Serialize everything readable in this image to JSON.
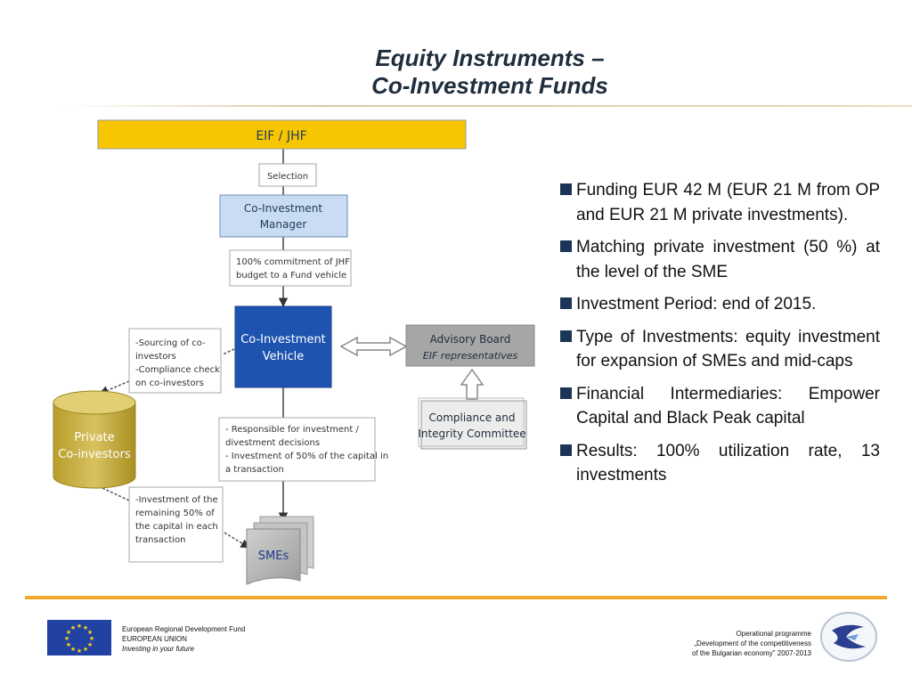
{
  "title": {
    "line1": "Equity Instruments –",
    "line2": "Co-Investment Funds"
  },
  "diagram": {
    "eif_jhf": "EIF / JHF",
    "selection": "Selection",
    "manager": [
      "Co-Investment",
      "Manager"
    ],
    "commitment": [
      "100% commitment of JHF",
      "budget to a Fund vehicle"
    ],
    "vehicle": [
      "Co-Investment",
      "Vehicle"
    ],
    "advisory": [
      "Advisory Board",
      "EIF representatives"
    ],
    "compliance": [
      "Compliance and",
      "Integrity Committee"
    ],
    "sourcing": [
      "-Sourcing of co-",
      "investors",
      "-Compliance check",
      "on co-investors"
    ],
    "private": [
      "Private",
      "Co-investors"
    ],
    "responsible": [
      "- Responsible for investment /",
      "divestment decisions",
      "- Investment of 50% of the capital in",
      "a transaction"
    ],
    "remaining": [
      "-Investment of the",
      "remaining 50% of",
      "the capital in each",
      "transaction"
    ],
    "smes": "SMEs",
    "colors": {
      "yellow": "#f7c600",
      "light_blue": "#c9dcf3",
      "blue": "#1e54b0",
      "grey": "#a6a6a6",
      "gold": "#cdb23c"
    }
  },
  "bullets": [
    "Funding EUR 42 M (EUR 21 M from OP and EUR 21 M private investments).",
    "Matching private investment (50 %) at the level of the SME",
    "Investment Period: end of 2015.",
    "Type of Investments: equity investment for expansion of SMEs and mid-caps",
    "Financial Intermediaries: Empower Capital and Black Peak capital",
    "Results: 100% utilization rate, 13 investments"
  ],
  "footer": {
    "fund_line1": "European Regional Development Fund",
    "fund_line2": "EUROPEAN UNION",
    "fund_line3": "Investing in your future",
    "op_line1": "Operational programme",
    "op_line2": "„Development of the competitiveness",
    "op_line3": "of the Bulgarian economy\" 2007-2013",
    "accent_color": "#f0a72b"
  }
}
